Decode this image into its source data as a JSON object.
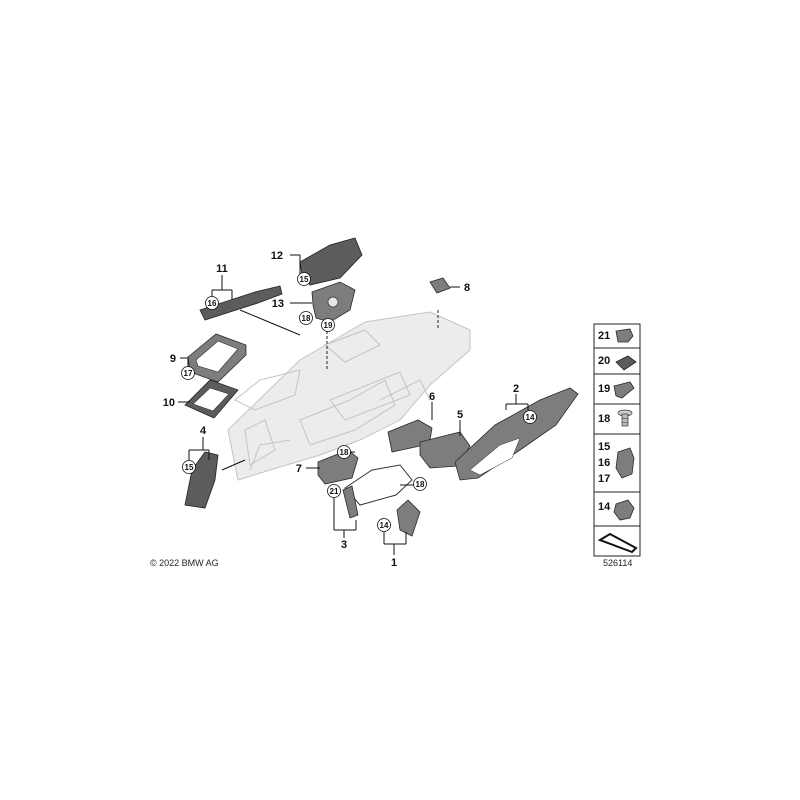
{
  "copyright": "© 2022 BMW AG",
  "diagram_id": "526114",
  "callouts": {
    "n1": "1",
    "n2": "2",
    "n3": "3",
    "n4": "4",
    "n5": "5",
    "n6": "6",
    "n7": "7",
    "n8": "8",
    "n9": "9",
    "n10": "10",
    "n11": "11",
    "n12": "12",
    "n13": "13",
    "c14a": "14",
    "c14b": "14",
    "c15a": "15",
    "c15b": "15",
    "c16": "16",
    "c17": "17",
    "c18a": "18",
    "c18b": "18",
    "c18c": "18",
    "c19": "19",
    "c21": "21"
  },
  "legend": {
    "r21": "21",
    "r20": "20",
    "r19": "19",
    "r18": "18",
    "r15": "15",
    "r16": "16",
    "r17": "17",
    "r14": "14"
  }
}
